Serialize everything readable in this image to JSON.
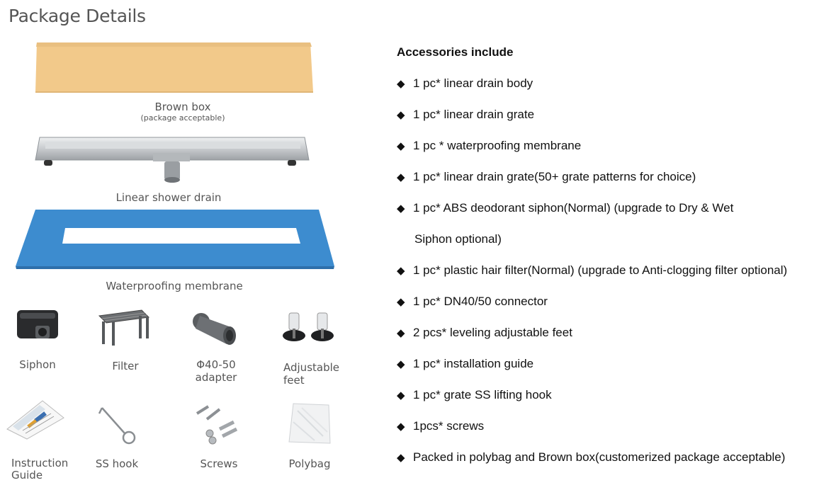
{
  "page": {
    "title": "Package Details"
  },
  "left": {
    "box_caption": "Brown box",
    "box_sub": "(package acceptable)",
    "drain_caption": "Linear shower drain",
    "membrane_caption": "Waterproofing membrane",
    "parts": [
      {
        "label": "Siphon",
        "icon": "siphon-icon"
      },
      {
        "label": "Filter",
        "icon": "filter-icon"
      },
      {
        "label": "Φ40-50 adapter",
        "icon": "adapter-icon"
      },
      {
        "label": "Adjustable feet",
        "icon": "feet-icon"
      },
      {
        "label": "Instruction Guide",
        "icon": "guide-icon"
      },
      {
        "label": "SS hook",
        "icon": "hook-icon"
      },
      {
        "label": "Screws",
        "icon": "screws-icon"
      },
      {
        "label": "Polybag",
        "icon": "polybag-icon"
      }
    ]
  },
  "accessories": {
    "heading": "Accessories include",
    "bullet": "◆",
    "items": [
      "1 pc* linear drain body",
      "1 pc* linear drain grate",
      "1 pc * waterproofing membrane",
      "1 pc* linear drain grate(50+ grate patterns for choice)",
      "1 pc* ABS deodorant siphon(Normal) (upgrade to Dry & Wet",
      "Siphon optional)",
      "1 pc* plastic hair filter(Normal) (upgrade to Anti-clogging filter optional)",
      "1 pc* DN40/50 connector",
      "2 pcs* leveling adjustable feet",
      "1 pc* installation guide",
      "1 pc* grate SS lifting hook",
      "1pcs* screws",
      "Packed in polybag and Brown box(customerized package acceptable)"
    ]
  },
  "colors": {
    "box": "#F2C98A",
    "membrane": "#3D8CCF",
    "steel": "#C9CCCF"
  }
}
